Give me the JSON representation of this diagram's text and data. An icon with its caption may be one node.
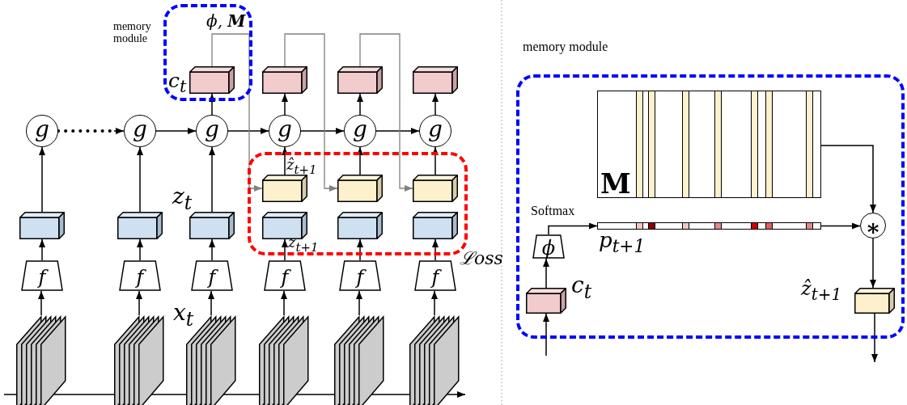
{
  "diagram": {
    "nodes": [
      {
        "text": [
          "memory module",
          "ϕ, **M**"
        ]
      },
      {
        "text": [
          "ℒoss"
        ]
      },
      {
        "text": [],
        "shape": "stack"
      },
      {
        "text": [
          "f"
        ]
      },
      {
        "text": [],
        "shape": "box"
      },
      {
        "text": [
          "g"
        ]
      },
      {
        "text": [],
        "shape": "stack"
      },
      {
        "text": [
          "f"
        ]
      },
      {
        "text": [],
        "shape": "box"
      },
      {
        "text": [
          "g"
        ]
      },
      {
        "text": [],
        "shape": "stack",
        "beside": [
          "x$_{t}$"
        ]
      },
      {
        "text": [
          "f"
        ]
      },
      {
        "text": [],
        "shape": "box",
        "beside": [
          "z$_{t}$"
        ]
      },
      {
        "text": [
          "g"
        ]
      },
      {
        "text": [],
        "shape": "box",
        "in": 0,
        "beside": [
          "c$_{t}$"
        ]
      },
      {
        "text": [],
        "shape": "stack"
      },
      {
        "text": [
          "f"
        ]
      },
      {
        "text": [],
        "shape": "box",
        "in": 1,
        "beside": [
          "z$_{t+1}$"
        ]
      },
      {
        "text": [],
        "shape": "box",
        "in": 1,
        "beside": [
          "ẑ$_{t+1}$"
        ]
      },
      {
        "text": [
          "g"
        ]
      },
      {
        "text": [],
        "shape": "box"
      },
      {
        "text": [],
        "shape": "stack"
      },
      {
        "text": [
          "f"
        ]
      },
      {
        "text": [],
        "shape": "box",
        "in": 1
      },
      {
        "text": [],
        "shape": "box",
        "in": 1
      },
      {
        "text": [
          "g"
        ]
      },
      {
        "text": [],
        "shape": "box"
      },
      {
        "text": [],
        "shape": "stack"
      },
      {
        "text": [
          "f"
        ]
      },
      {
        "text": [],
        "shape": "box",
        "in": 1
      },
      {
        "text": [],
        "shape": "box",
        "in": 1
      },
      {
        "text": [
          "g"
        ]
      },
      {
        "text": [],
        "shape": "box"
      },
      {
        "text": [
          "memory module"
        ]
      },
      {
        "text": [],
        "shape": "box",
        "in": 33,
        "beside": [
          "c$_{t}$"
        ]
      },
      {
        "text": [
          "ϕ"
        ],
        "in": 33
      },
      {
        "text": [
          "M"
        ],
        "in": 33
      },
      {
        "text": [],
        "shape": "bar",
        "in": 33,
        "beside": [
          "p$_{t+1}$"
        ]
      },
      {
        "text": [
          "∗"
        ],
        "in": 33
      },
      {
        "text": [],
        "shape": "box",
        "in": 33,
        "beside": [
          "ẑ$_{t+1}$"
        ]
      }
    ],
    "edges": [
      {
        "from": 2,
        "to": 3,
        "arrow": "to"
      },
      {
        "from": 3,
        "to": 4,
        "arrow": "to"
      },
      {
        "from": 4,
        "to": 5,
        "arrow": "to"
      },
      {
        "from": 6,
        "to": 7,
        "arrow": "to"
      },
      {
        "from": 7,
        "to": 8,
        "arrow": "to"
      },
      {
        "from": 8,
        "to": 9,
        "arrow": "to"
      },
      {
        "from": 10,
        "to": 11,
        "arrow": "to"
      },
      {
        "from": 11,
        "to": 12,
        "arrow": "to"
      },
      {
        "from": 12,
        "to": 13,
        "arrow": "to"
      },
      {
        "from": 13,
        "to": 14,
        "arrow": "to"
      },
      {
        "from": 15,
        "to": 16,
        "arrow": "to"
      },
      {
        "from": 16,
        "to": 17,
        "arrow": "to"
      },
      {
        "from": 18,
        "to": 19,
        "arrow": "to"
      },
      {
        "from": 19,
        "to": 20,
        "arrow": "to"
      },
      {
        "from": 21,
        "to": 22,
        "arrow": "to"
      },
      {
        "from": 22,
        "to": 23,
        "arrow": "to"
      },
      {
        "from": 24,
        "to": 25,
        "arrow": "to"
      },
      {
        "from": 25,
        "to": 26,
        "arrow": "to"
      },
      {
        "from": 27,
        "to": 28,
        "arrow": "to"
      },
      {
        "from": 28,
        "to": 29,
        "arrow": "to"
      },
      {
        "from": 30,
        "to": 31,
        "arrow": "to"
      },
      {
        "from": 31,
        "to": 32,
        "arrow": "to"
      },
      {
        "from": 5,
        "to": 9,
        "arrow": "to",
        "style": "dashed"
      },
      {
        "from": 9,
        "to": 13,
        "arrow": "to"
      },
      {
        "from": 13,
        "to": 19,
        "arrow": "to"
      },
      {
        "from": 19,
        "to": 25,
        "arrow": "to"
      },
      {
        "from": 25,
        "to": 31,
        "arrow": "to"
      },
      {
        "from": 14,
        "to": 18,
        "arrow": "to",
        "color": "#808080"
      },
      {
        "from": 20,
        "to": 24,
        "arrow": "to",
        "color": "#808080"
      },
      {
        "from": 26,
        "to": 30,
        "arrow": "to",
        "color": "#808080"
      },
      {
        "from": null,
        "to": 34,
        "arrow": "to"
      },
      {
        "from": 34,
        "to": 35,
        "arrow": "to"
      },
      {
        "from": 35,
        "to": 37,
        "arrow": "to",
        "label": "Softmax"
      },
      {
        "from": 36,
        "to": 38,
        "arrow": "to"
      },
      {
        "from": 37,
        "to": 38,
        "arrow": "to"
      },
      {
        "from": 38,
        "to": 39,
        "arrow": "to"
      },
      {
        "from": 39,
        "to": null,
        "arrow": "to"
      }
    ]
  }
}
